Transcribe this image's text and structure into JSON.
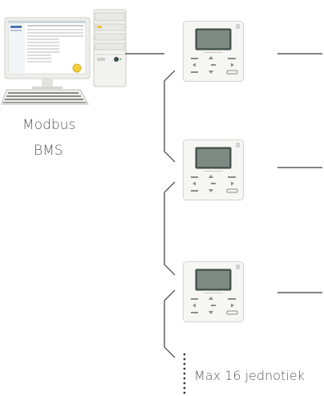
{
  "bms": {
    "line1": "Modbus",
    "line2": "BMS"
  },
  "footer": {
    "max_label": "Max 16 jednotiek"
  }
}
